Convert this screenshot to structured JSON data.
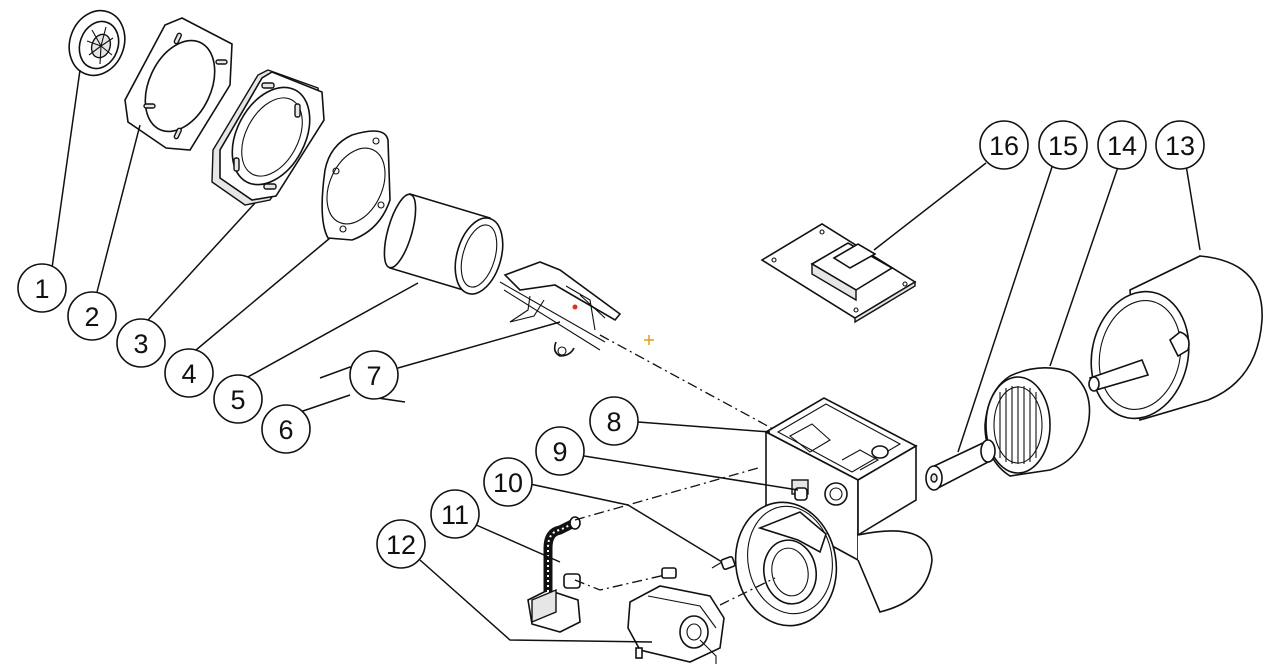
{
  "callouts": [
    "1",
    "2",
    "3",
    "4",
    "5",
    "6",
    "7",
    "8",
    "9",
    "10",
    "11",
    "12",
    "13",
    "14",
    "15",
    "16"
  ],
  "colors": {
    "line": "#111111",
    "background": "#ffffff",
    "fill": "#e6e6e6",
    "marker_dot": "#e0301e",
    "marker_cross": "#e0a020"
  }
}
